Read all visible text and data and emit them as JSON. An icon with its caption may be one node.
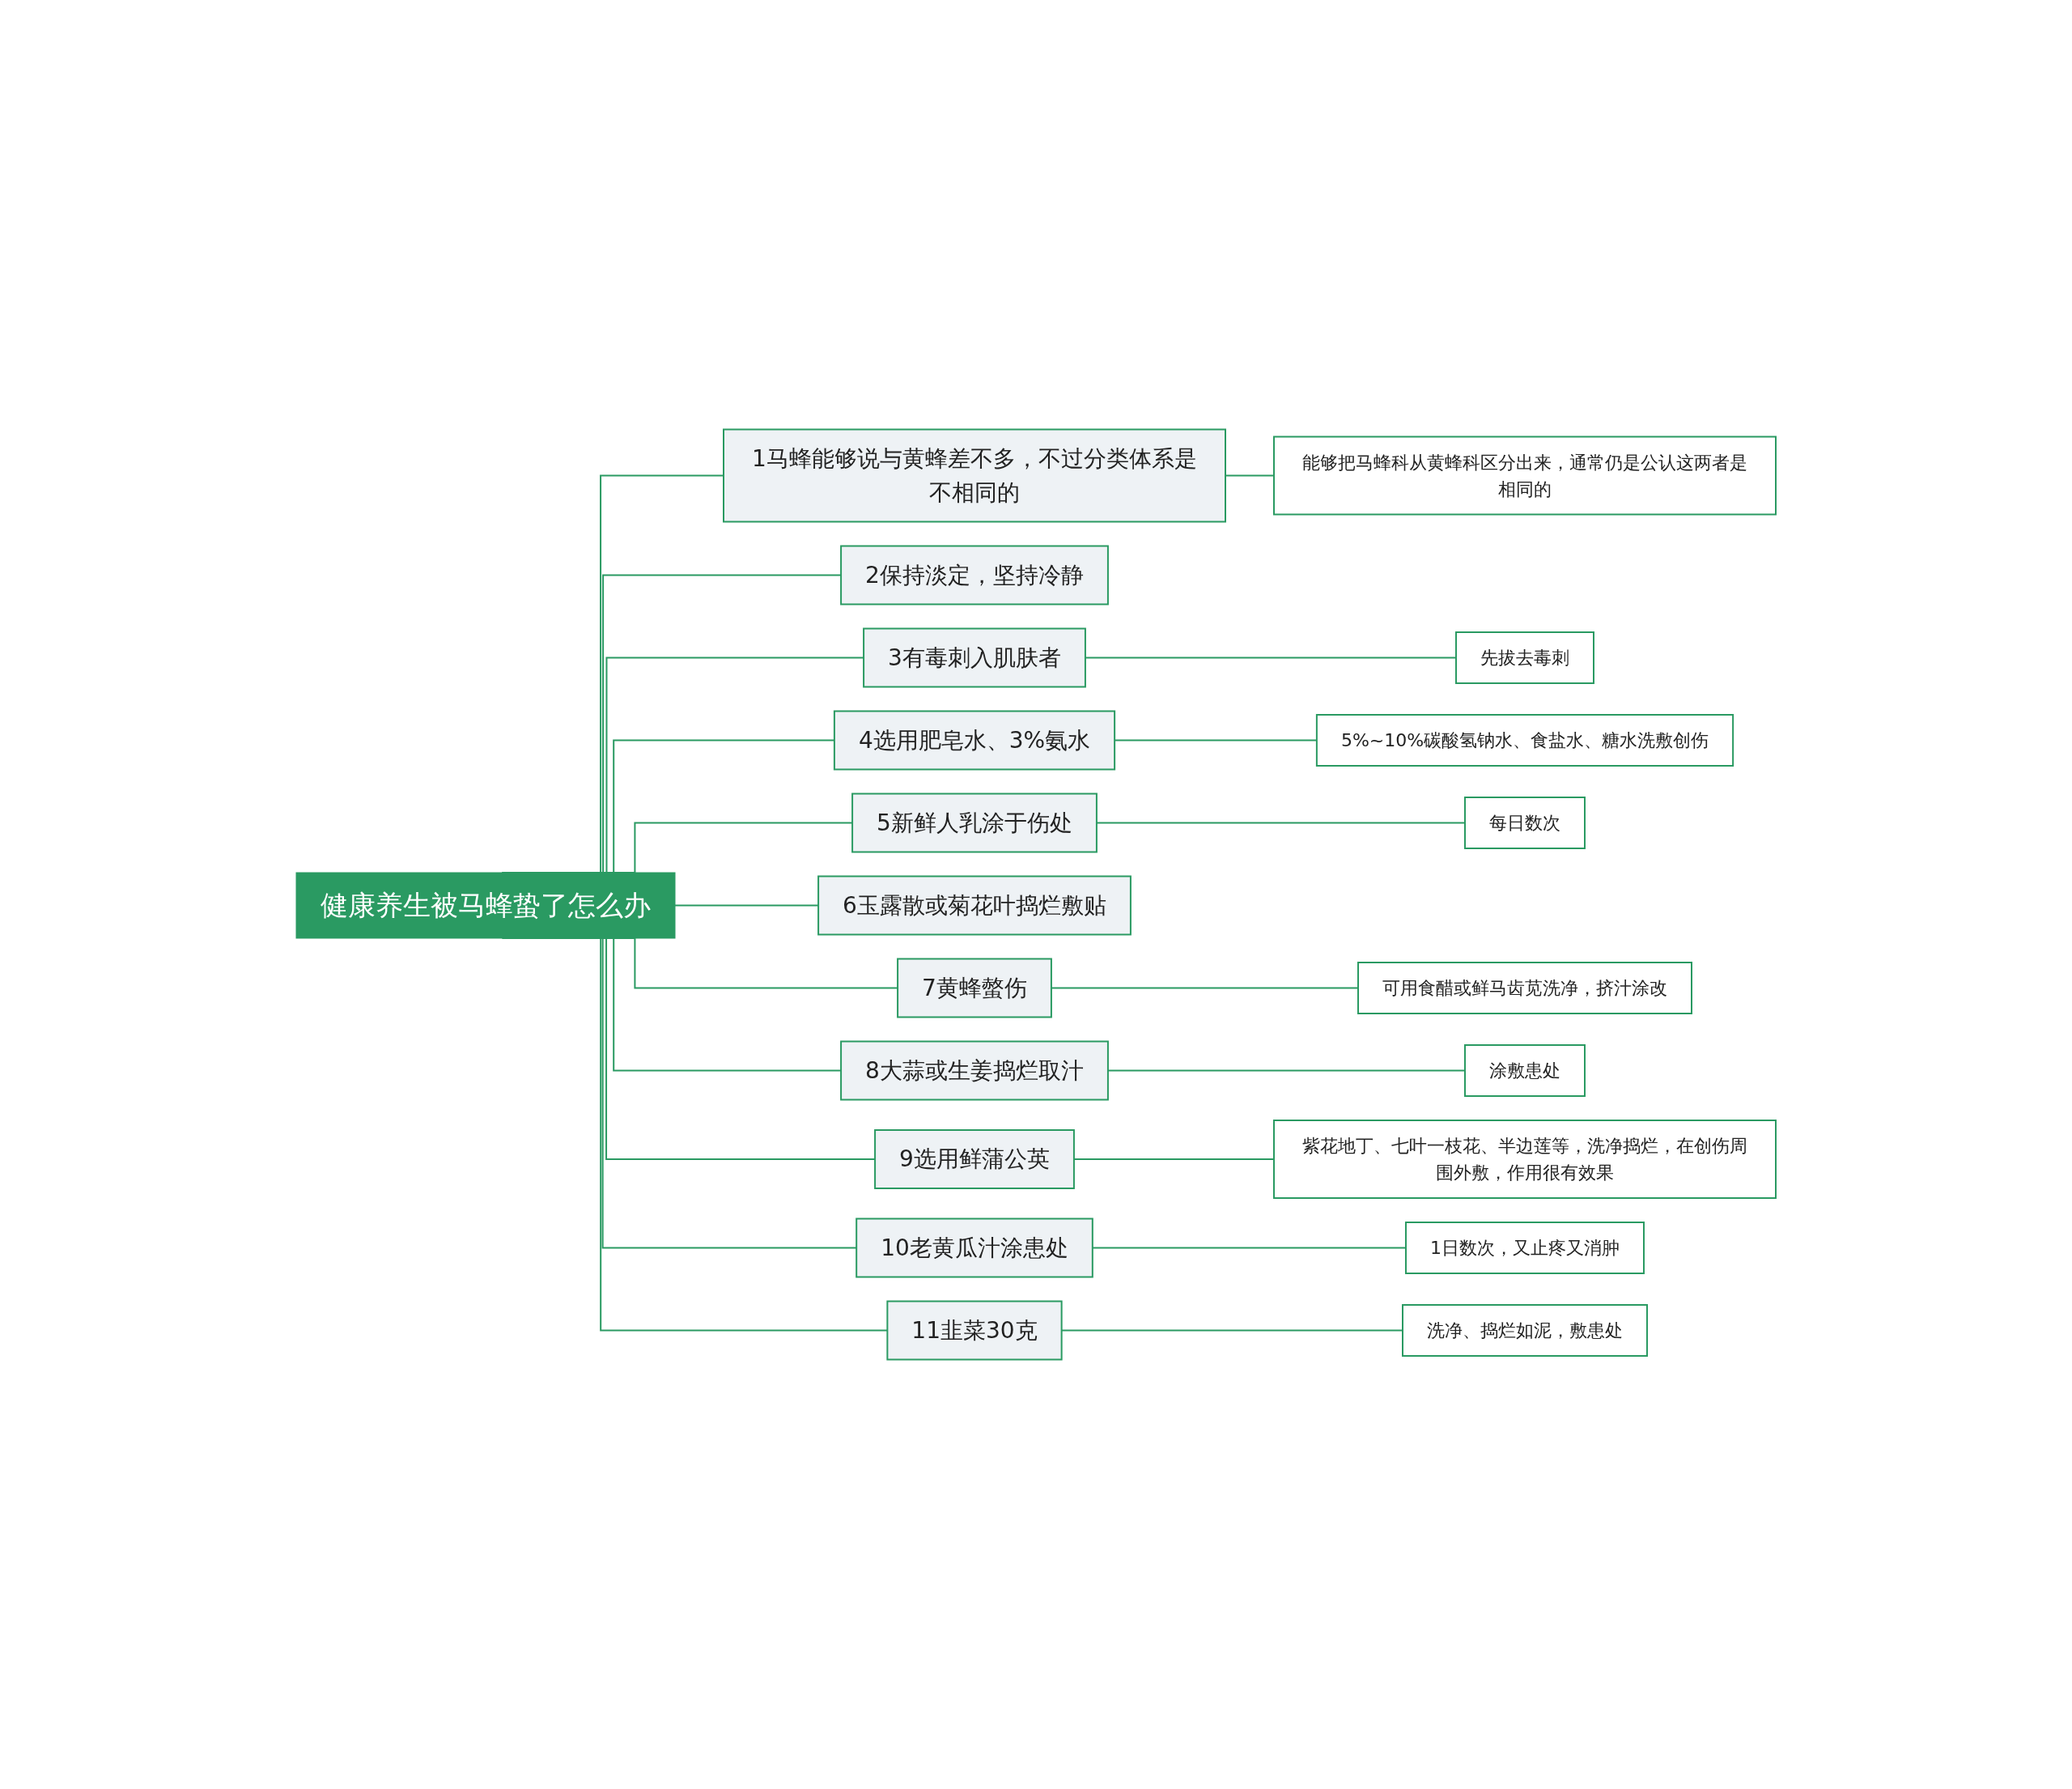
{
  "diagram": {
    "nodes": [
      {
        "text": [
          "健康养生被马蜂蛰了怎么办"
        ]
      },
      {
        "text": [
          "1马蜂能够说与黄蜂差不多，不过分类体系是不相同的"
        ]
      },
      {
        "text": [
          "能够把马蜂科从黄蜂科区分出来，通常仍是公认这两者是相同的"
        ]
      },
      {
        "text": [
          "2保持淡定，坚持冷静"
        ]
      },
      {
        "text": [
          "3有毒刺入肌肤者"
        ]
      },
      {
        "text": [
          "先拔去毒刺"
        ]
      },
      {
        "text": [
          "4选用肥皂水、3%氨水"
        ]
      },
      {
        "text": [
          "5%~10%碳酸氢钠水、食盐水、糖水洗敷创伤"
        ]
      },
      {
        "text": [
          "5新鲜人乳涂于伤处"
        ]
      },
      {
        "text": [
          "每日数次"
        ]
      },
      {
        "text": [
          "6玉露散或菊花叶捣烂敷贴"
        ]
      },
      {
        "text": [
          "7黄蜂螫伤"
        ]
      },
      {
        "text": [
          "可用食醋或鲜马齿苋洗净，挤汁涂改"
        ]
      },
      {
        "text": [
          "8大蒜或生姜捣烂取汁"
        ]
      },
      {
        "text": [
          "涂敷患处"
        ]
      },
      {
        "text": [
          "9选用鲜蒲公英"
        ]
      },
      {
        "text": [
          "紫花地丁、七叶一枝花、半边莲等，洗净捣烂，在创伤周围外敷，作用很有效果"
        ]
      },
      {
        "text": [
          "10老黄瓜汁涂患处"
        ]
      },
      {
        "text": [
          "1日数次，又止疼又消肿"
        ]
      },
      {
        "text": [
          "11韭菜30克"
        ]
      },
      {
        "text": [
          "洗净、捣烂如泥，敷患处"
        ]
      }
    ],
    "edges": [
      {
        "from": 0,
        "to": 1,
        "arrow": "none"
      },
      {
        "from": 1,
        "to": 2,
        "arrow": "none"
      },
      {
        "from": 0,
        "to": 3,
        "arrow": "none"
      },
      {
        "from": 0,
        "to": 4,
        "arrow": "none"
      },
      {
        "from": 4,
        "to": 5,
        "arrow": "none"
      },
      {
        "from": 0,
        "to": 6,
        "arrow": "none"
      },
      {
        "from": 6,
        "to": 7,
        "arrow": "none"
      },
      {
        "from": 0,
        "to": 8,
        "arrow": "none"
      },
      {
        "from": 8,
        "to": 9,
        "arrow": "none"
      },
      {
        "from": 0,
        "to": 10,
        "arrow": "none"
      },
      {
        "from": 0,
        "to": 11,
        "arrow": "none"
      },
      {
        "from": 11,
        "to": 12,
        "arrow": "none"
      },
      {
        "from": 0,
        "to": 13,
        "arrow": "none"
      },
      {
        "from": 13,
        "to": 14,
        "arrow": "none"
      },
      {
        "from": 0,
        "to": 15,
        "arrow": "none"
      },
      {
        "from": 15,
        "to": 16,
        "arrow": "none"
      },
      {
        "from": 0,
        "to": 17,
        "arrow": "none"
      },
      {
        "from": 17,
        "to": 18,
        "arrow": "none"
      },
      {
        "from": 0,
        "to": 19,
        "arrow": "none"
      },
      {
        "from": 19,
        "to": 20,
        "arrow": "none"
      }
    ]
  }
}
